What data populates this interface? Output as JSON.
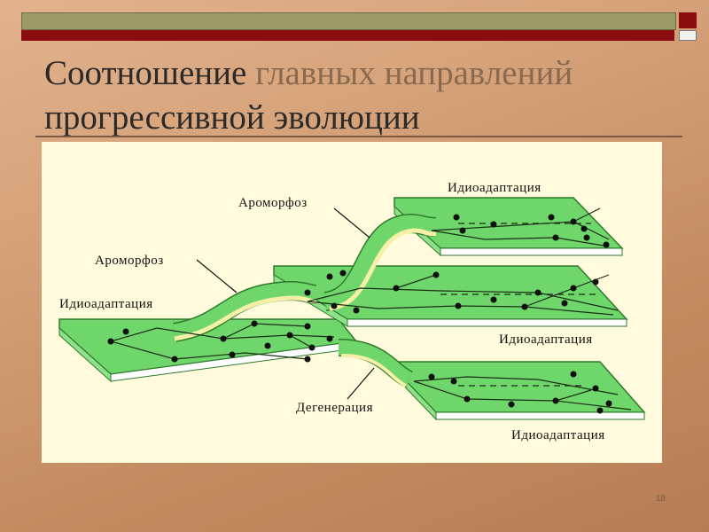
{
  "slide": {
    "title_part1": "Соотношение",
    "title_part2": "главных направлений",
    "title_line2": "прогрессивной эволюции",
    "page_number": "18"
  },
  "diagram": {
    "labels": {
      "aromorphoz_upper": "Ароморфоз",
      "aromorphoz_lower": "Ароморфоз",
      "idioadaptation_left": "Идиоадаптация",
      "idioadaptation_top_right": "Идиоадаптация",
      "idioadaptation_middle_right": "Идиоадаптация",
      "idioadaptation_bottom_right": "Идиоадаптация",
      "degeneration": "Дегенерация"
    },
    "colors": {
      "plane": "#6ed66a",
      "plane_edge": "#2f7a2d",
      "stream": "#f4f0a8",
      "background": "#fffbdc"
    }
  }
}
